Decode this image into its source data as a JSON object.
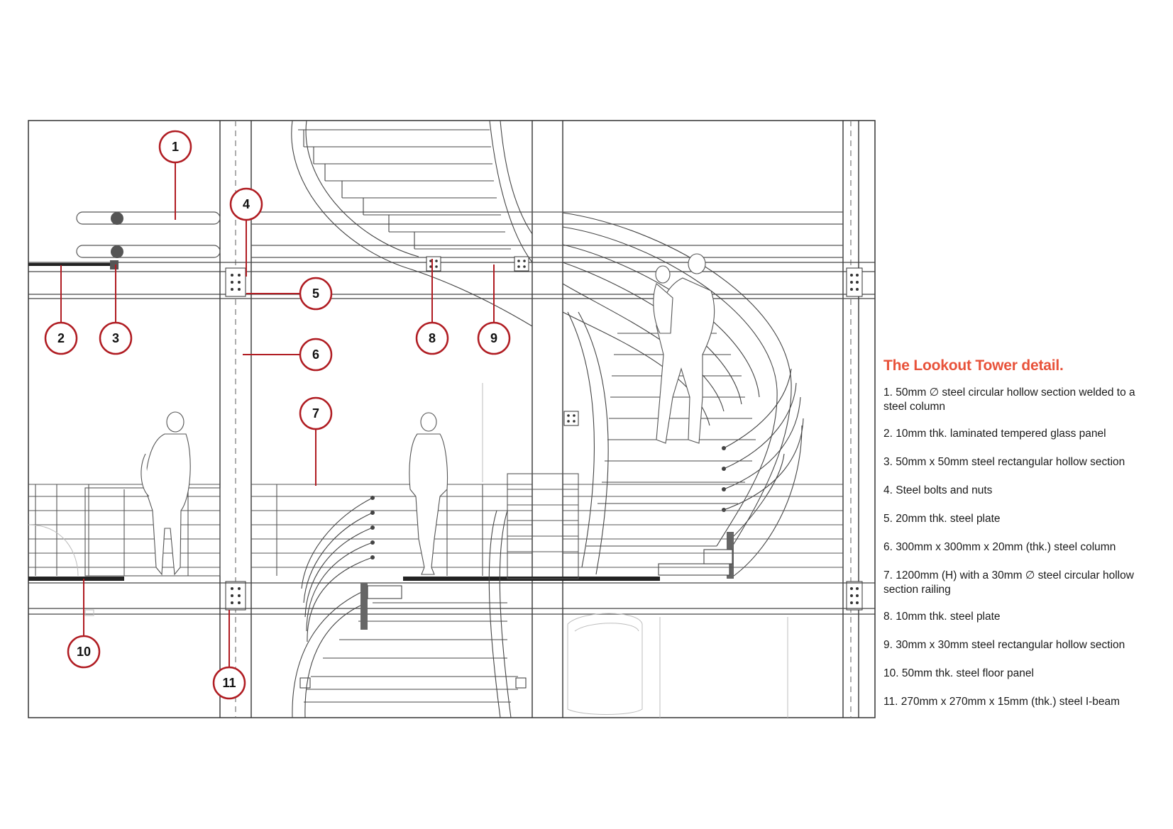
{
  "legend": {
    "title": "The Lookout Tower detail.",
    "items": [
      "1. 50mm ∅ steel circular hollow section welded to a steel column",
      "2. 10mm thk. laminated tempered glass panel",
      "3. 50mm x 50mm steel rectangular hollow section",
      "4. Steel bolts and nuts",
      "5. 20mm thk. steel plate",
      "6. 300mm x 300mm x 20mm (thk.) steel column",
      "7. 1200mm (H) with a 30mm ∅  steel circular hollow section railing",
      "8. 10mm thk. steel plate",
      "9. 30mm x 30mm steel rectangular hollow section",
      "10. 50mm thk. steel floor panel",
      "11. 270mm x 270mm x 15mm (thk.) steel I-beam"
    ]
  },
  "callouts": [
    "1",
    "2",
    "3",
    "4",
    "5",
    "6",
    "7",
    "8",
    "9",
    "10",
    "11"
  ],
  "colors": {
    "callout": "#b01c22",
    "title": "#e8523a",
    "line": "#444444",
    "light_line": "#9a9a9a"
  }
}
